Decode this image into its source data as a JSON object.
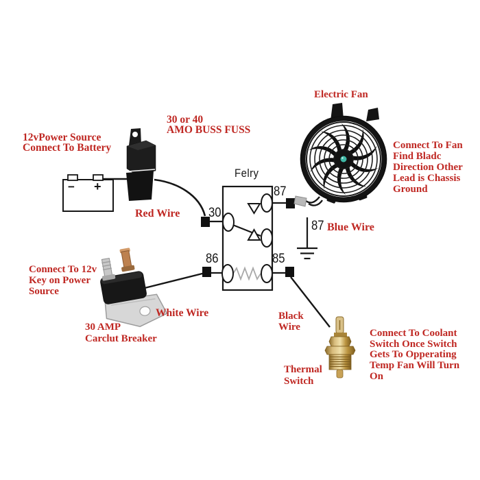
{
  "colors": {
    "label_red": "#bf2722",
    "diagram_line": "#1a1a1a",
    "coil_gray": "#a9a9a9",
    "brass": "#c29b48",
    "copper": "#bd814f",
    "silver": "#c8c8c8",
    "fan_black": "#141414",
    "hub_teal": "#3fb8a6"
  },
  "labels": {
    "power_source": "12vPower Source\nConnect To Battery",
    "fuse": "30 or 40\nAMO BUSS FUSS",
    "electric_fan": "Electric Fan",
    "fan_note": "Connect To Fan\nFind Bladc\nDirection Other\nLead is Chassis\nGround",
    "red_wire": "Red Wire",
    "blue_wire": "Blue Wire",
    "white_wire": "White Wire",
    "black_wire": "Black\nWire",
    "key_power": "Connect To 12v\nKey on Power\nSource",
    "breaker": "30 AMP\nCarclut Breaker",
    "thermal": "Thermal\nSwitch",
    "coolant_note": "Connect To Coolant\nSwitch Once Switch\nGets To Opperating\nTemp Fan Will Turn\nOn"
  },
  "relay": {
    "title": "Felry",
    "pin_30": "30",
    "pin_87": "87",
    "pin_86": "86",
    "pin_85": "85",
    "ground_label": "87"
  },
  "battery": {
    "minus": "−",
    "plus": "+"
  },
  "components": {
    "fan": "electric-fan-photo",
    "fuse_holder": "inline-fuse-holder-photo",
    "circuit_breaker": "circuit-breaker-photo",
    "thermal_switch": "thermal-switch-photo",
    "battery": "battery-symbol",
    "ground": "chassis-ground-symbol"
  }
}
